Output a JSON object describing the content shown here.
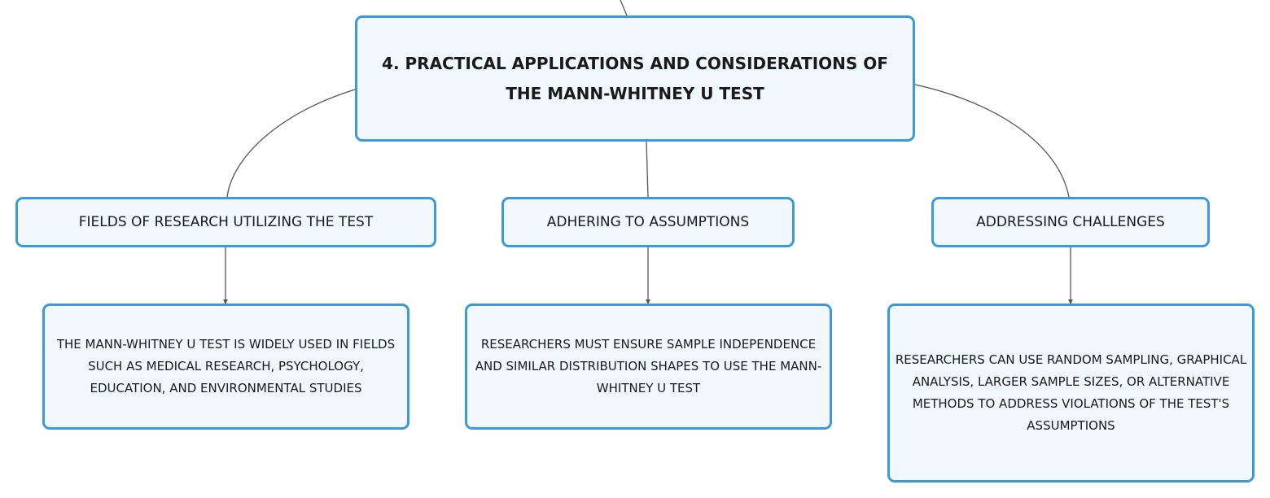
{
  "diagram": {
    "root": {
      "label": "4. PRACTICAL APPLICATIONS AND CONSIDERATIONS OF THE MANN-WHITNEY U TEST"
    },
    "branches": [
      {
        "label": "FIELDS OF RESEARCH UTILIZING THE TEST",
        "detail": "THE MANN-WHITNEY U TEST IS WIDELY USED IN FIELDS SUCH AS MEDICAL RESEARCH, PSYCHOLOGY, EDUCATION, AND ENVIRONMENTAL STUDIES"
      },
      {
        "label": "ADHERING TO ASSUMPTIONS",
        "detail": "RESEARCHERS MUST ENSURE SAMPLE INDEPENDENCE AND SIMILAR DISTRIBUTION SHAPES TO USE THE MANN-WHITNEY U TEST"
      },
      {
        "label": "ADDRESSING CHALLENGES",
        "detail": "RESEARCHERS CAN USE RANDOM SAMPLING, GRAPHICAL ANALYSIS, LARGER SAMPLE SIZES, OR ALTERNATIVE METHODS TO ADDRESS VIOLATIONS OF THE TEST'S ASSUMPTIONS"
      }
    ],
    "colors": {
      "node_border": "#3c9ad8",
      "node_fill": "#f0f8fd",
      "connector": "#555555",
      "text": "#1a1a1a"
    }
  }
}
